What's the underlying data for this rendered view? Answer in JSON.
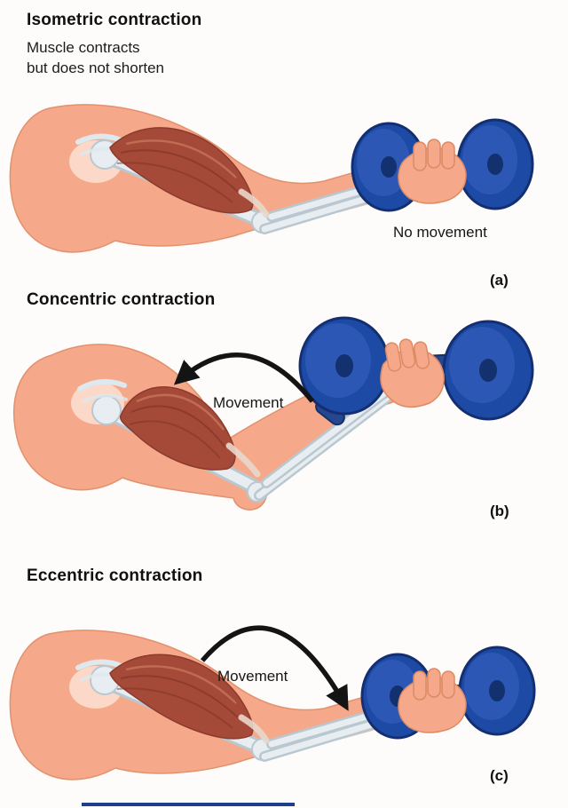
{
  "figure": {
    "background": "#fdfcfb",
    "description_colors": {
      "skin": "#f5a98a",
      "skin_shadow": "#e08a66",
      "muscle_red": "#a54a38",
      "muscle_dark": "#8c3a2b",
      "bone_light": "#e7edf0",
      "bone_shadow": "#b9c8d0",
      "dumbbell_blue": "#1d4aa4",
      "dumbbell_dark": "#13316f",
      "dumbbell_highlight": "#2d57b4",
      "arrow_black": "#141414",
      "text": "#101010"
    }
  },
  "panels": [
    {
      "letter": "(a)",
      "title": "Isometric contraction",
      "subtitle_line1": "Muscle contracts",
      "subtitle_line2": "but does not shorten",
      "movement_label": "No movement"
    },
    {
      "letter": "(b)",
      "title": "Concentric contraction",
      "movement_label": "Movement"
    },
    {
      "letter": "(c)",
      "title": "Eccentric contraction",
      "movement_label": "Movement"
    }
  ]
}
